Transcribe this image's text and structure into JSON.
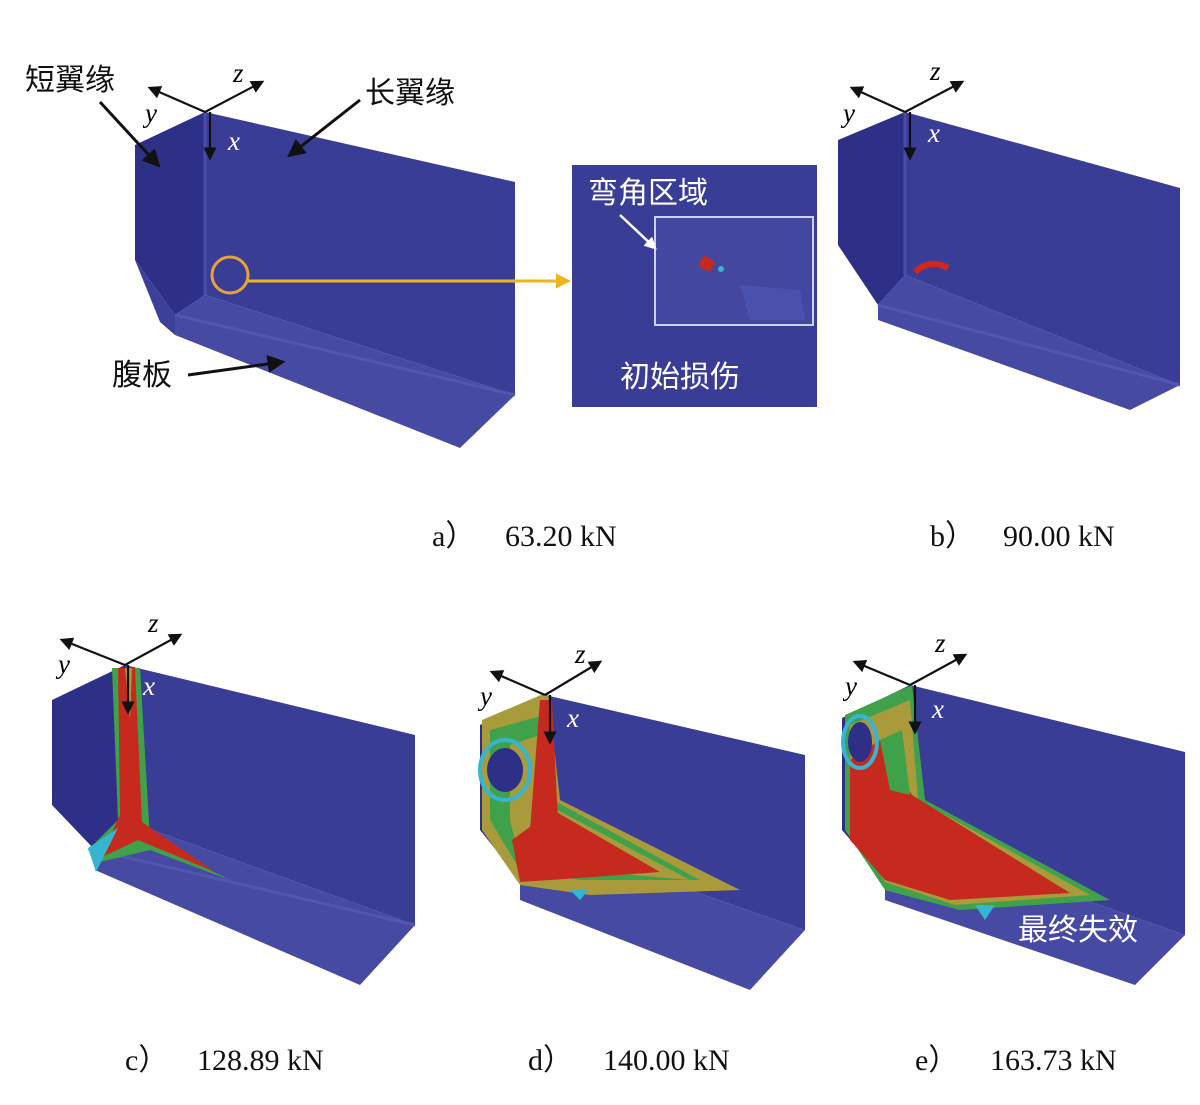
{
  "labels": {
    "short_flange": "短翼缘",
    "long_flange": "长翼缘",
    "web": "腹板",
    "corner_region": "弯角区域",
    "initial_damage": "初始损伤",
    "final_failure": "最终失效"
  },
  "axes": {
    "x": "x",
    "y": "y",
    "z": "z"
  },
  "panels": [
    {
      "letter": "a）",
      "load": "63.20 kN"
    },
    {
      "letter": "b）",
      "load": "90.00 kN"
    },
    {
      "letter": "c）",
      "load": "128.89  kN"
    },
    {
      "letter": "d）",
      "load": "140.00 kN"
    },
    {
      "letter": "e）",
      "load": "163.73 kN"
    }
  ],
  "colors": {
    "background": "#ffffff",
    "model_blue": "#3a3d96",
    "model_blue_dark": "#2e3088",
    "model_blue_light": "#474aa3",
    "damage_red": "#c62a1e",
    "damage_olive": "#a99a3c",
    "damage_green": "#3fa24a",
    "damage_cyan": "#36b5d0",
    "highlight_orange": "#e8a23a"
  }
}
